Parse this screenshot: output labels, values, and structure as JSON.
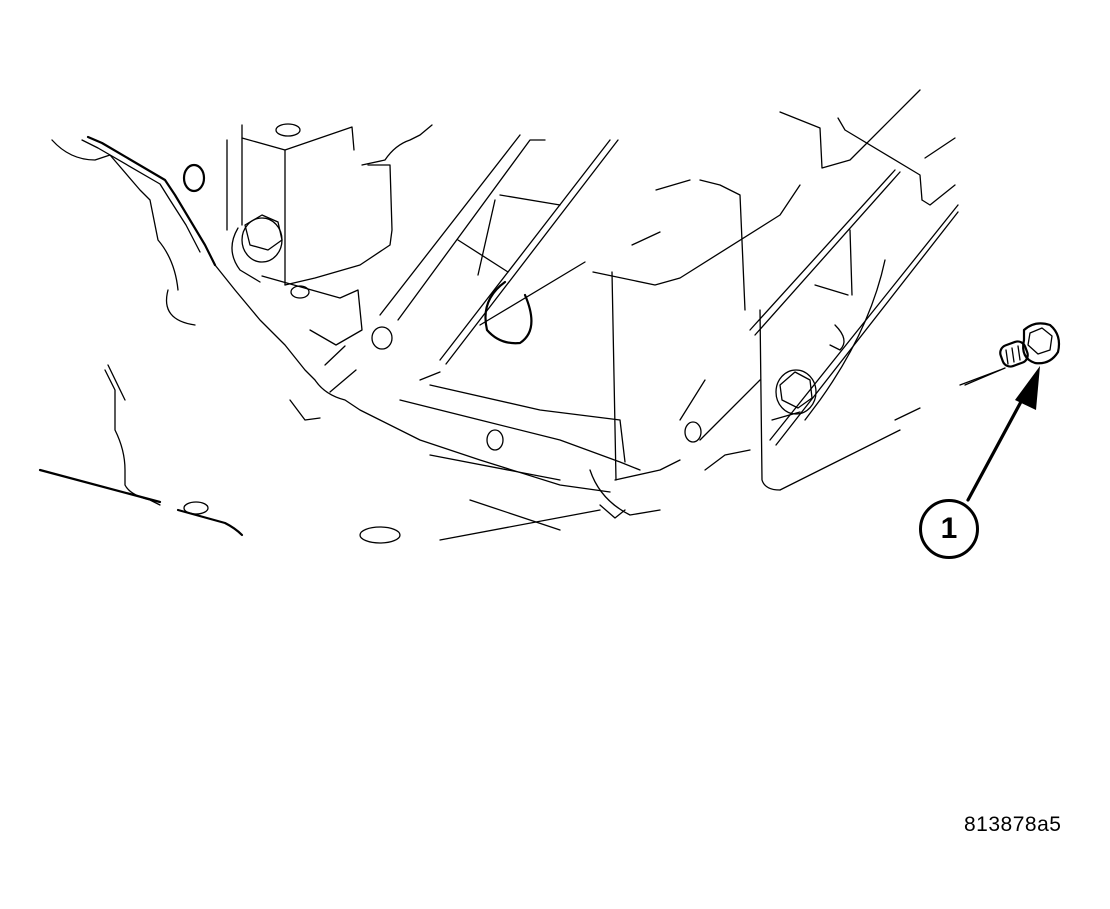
{
  "figure": {
    "type": "service-manual line illustration",
    "subject": "transmission oil pan with removed pan bolt",
    "figure_id": "813878a5",
    "callouts": [
      {
        "number": "1",
        "target": "pan-bolt"
      }
    ],
    "colors": {
      "line": "#000000",
      "background": "#ffffff"
    }
  }
}
